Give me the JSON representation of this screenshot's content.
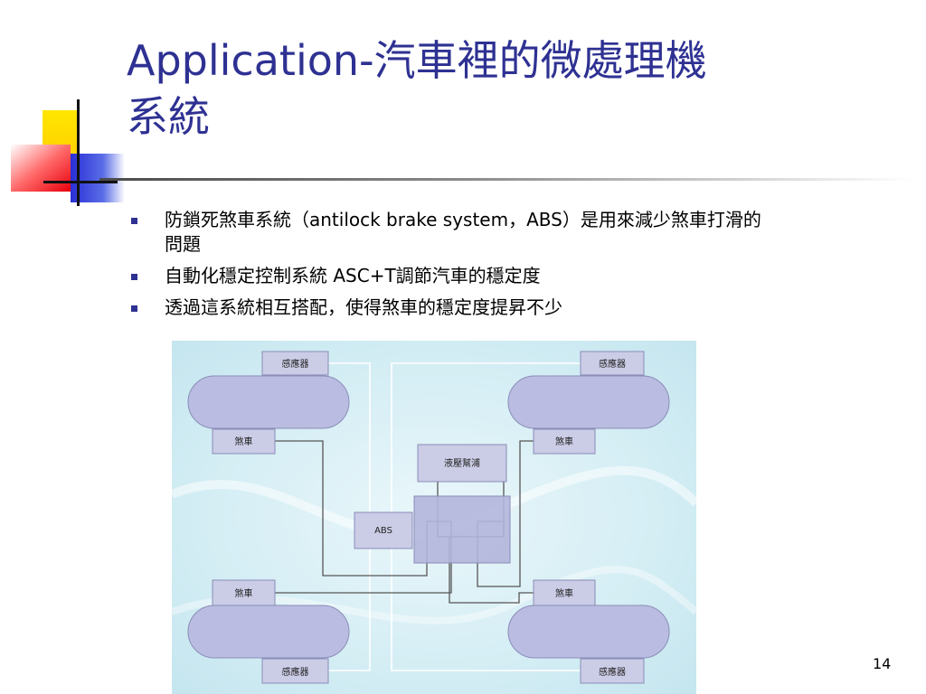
{
  "slide": {
    "title_line1": "Application-汽車裡的微處理機",
    "title_line2": "系統",
    "page_number": "14"
  },
  "bullets": [
    {
      "line1": "防鎖死煞車系統（antilock brake system，ABS）是用來減少煞車打滑的",
      "line2": "問題"
    },
    {
      "line1": "自動化穩定控制系統 ASC+T調節汽車的穩定度",
      "line2": ""
    },
    {
      "line1": "透過這系統相互搭配，使得煞車的穩定度提昇不少",
      "line2": ""
    }
  ],
  "diagram": {
    "labels": {
      "sensor_top_left": "感應器",
      "sensor_top_right": "感應器",
      "brake_top_left": "煞車",
      "brake_top_right": "煞車",
      "hydraulic_pump": "液壓幫浦",
      "abs": "ABS",
      "brake_bottom_left": "煞車",
      "brake_bottom_right": "煞車",
      "sensor_bottom_left": "感應器",
      "sensor_bottom_right": "感應器"
    },
    "colors": {
      "background": "#d6eef4",
      "box_fill": "#c9cae4",
      "wheel_fill": "#b9bce0",
      "stroke": "#8a8db8",
      "wire_dark": "#555555",
      "wire_light": "#ffffff"
    }
  },
  "theme": {
    "title_color": "#2e3192",
    "bullet_color": "#2e3192"
  }
}
